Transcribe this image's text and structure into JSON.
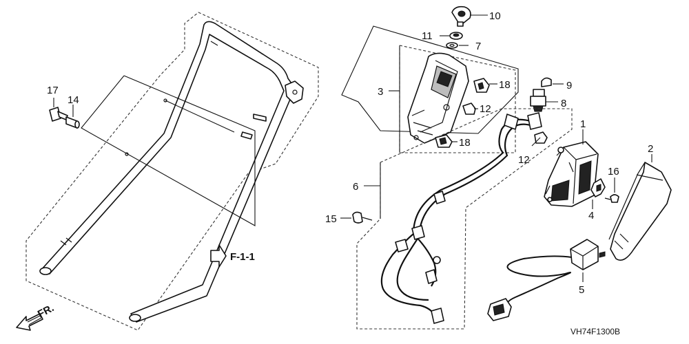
{
  "callouts": {
    "c1": "1",
    "c2": "2",
    "c3": "3",
    "c4": "4",
    "c5": "5",
    "c6": "6",
    "c7": "7",
    "c8": "8",
    "c9": "9",
    "c10": "10",
    "c11": "11",
    "c12a": "12",
    "c12b": "12",
    "c14": "14",
    "c15": "15",
    "c16": "16",
    "c17": "17",
    "c18a": "18",
    "c18b": "18"
  },
  "reference": "F-1-1",
  "direction": "FR.",
  "drawing_code": "VH74F1300B"
}
